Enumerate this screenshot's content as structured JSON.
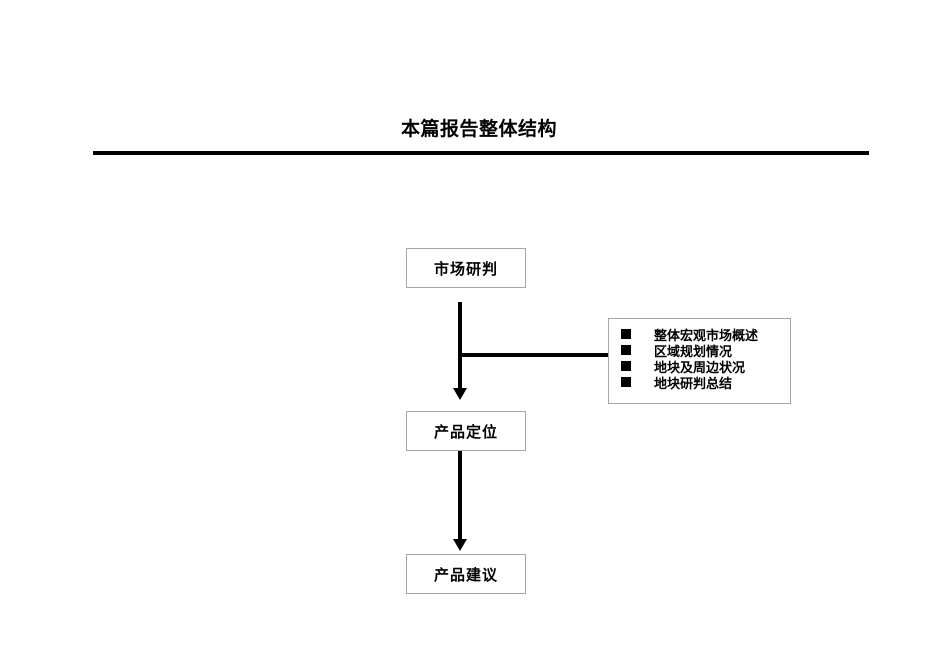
{
  "slide": {
    "title": "本篇报告整体结构"
  },
  "flowchart": {
    "nodes": [
      {
        "label": "市场研判"
      },
      {
        "label": "产品定位"
      },
      {
        "label": "产品建议"
      }
    ],
    "callout": {
      "items": [
        "整体宏观市场概述",
        "区域规划情况",
        "地块及周边状况",
        "地块研判总结"
      ]
    }
  },
  "colors": {
    "background": "#ffffff",
    "text": "#000000",
    "line": "#000000",
    "box_border": "#a6a6a6"
  }
}
